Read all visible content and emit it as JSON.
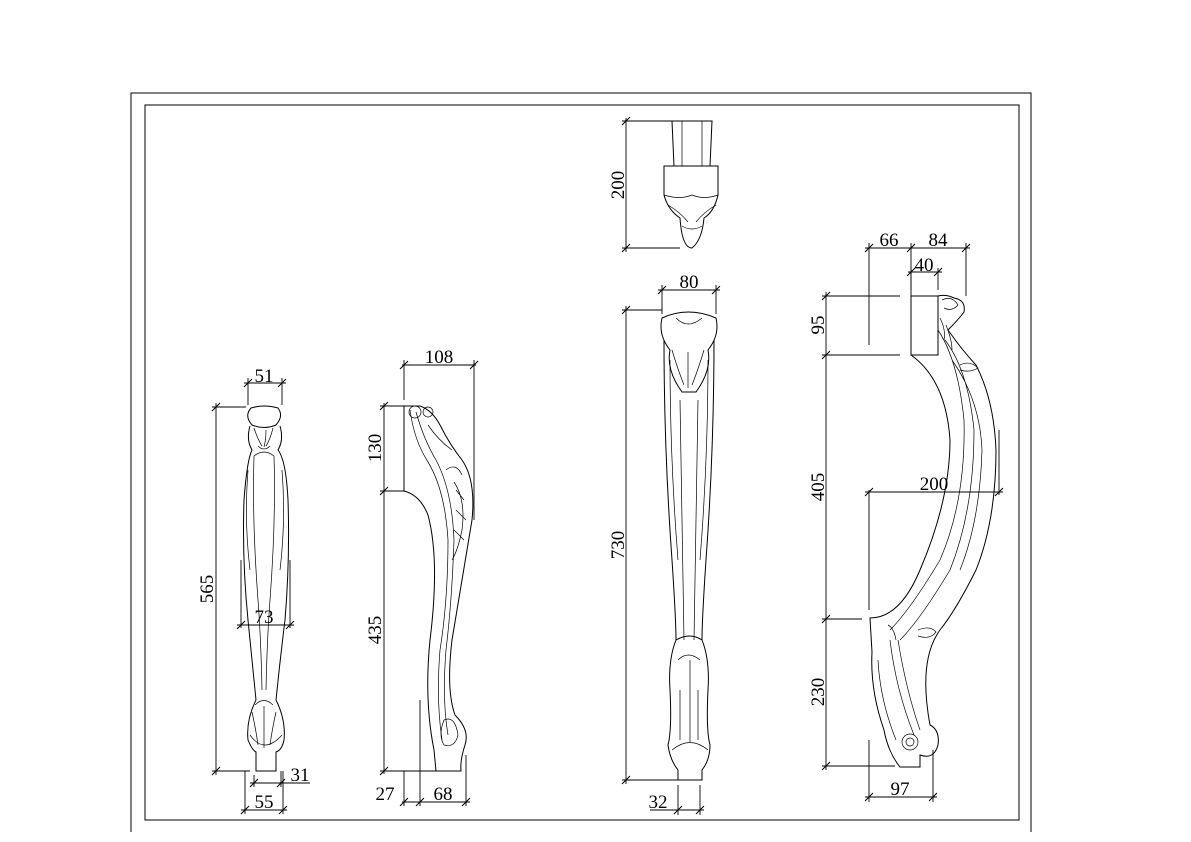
{
  "drawing": {
    "title": "Furniture leg drawings",
    "leg_front": {
      "width_top": "51",
      "height": "565",
      "width_mid": "73",
      "foot_inner": "31",
      "foot_width": "55"
    },
    "leg_side": {
      "width_top": "108",
      "upper_height": "130",
      "lower_height": "435",
      "foot_offset": "27",
      "foot_width": "68"
    },
    "leg_straight_top": {
      "height": "200"
    },
    "leg_straight": {
      "width_top": "80",
      "height": "730",
      "foot_width": "32"
    },
    "leg_curved": {
      "offset": "66",
      "width_right": "84",
      "block_width": "40",
      "block_height": "95",
      "mid_height": "405",
      "projection": "200",
      "lower_height": "230",
      "foot_width": "97"
    }
  }
}
